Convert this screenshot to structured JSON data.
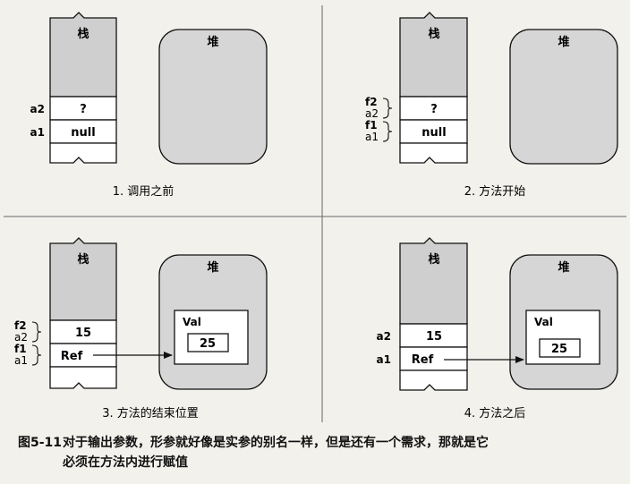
{
  "figure": {
    "panel1": {
      "stack_label": "栈",
      "heap_label": "堆",
      "var_a2": "a2",
      "var_a1": "a1",
      "val_a2": "?",
      "val_a1": "null",
      "caption": "1. 调用之前"
    },
    "panel2": {
      "stack_label": "栈",
      "heap_label": "堆",
      "var_f2": "f2",
      "var_a2": "a2",
      "var_f1": "f1",
      "var_a1": "a1",
      "val_top": "?",
      "val_bottom": "null",
      "caption": "2. 方法开始"
    },
    "panel3": {
      "stack_label": "栈",
      "heap_label": "堆",
      "var_f2": "f2",
      "var_a2": "a2",
      "var_f1": "f1",
      "var_a1": "a1",
      "val_top": "15",
      "val_bottom": "Ref",
      "object_label": "Val",
      "object_value": "25",
      "caption": "3. 方法的结束位置"
    },
    "panel4": {
      "stack_label": "栈",
      "heap_label": "堆",
      "var_a2": "a2",
      "var_a1": "a1",
      "val_top": "15",
      "val_bottom": "Ref",
      "object_label": "Val",
      "object_value": "25",
      "caption": "4. 方法之后"
    }
  },
  "caption": {
    "number": "图5-11",
    "line1": "对于输出参数，形参就好像是实参的别名一样，但是还有一个需求，那就是它",
    "line2": "必须在方法内进行赋值"
  }
}
